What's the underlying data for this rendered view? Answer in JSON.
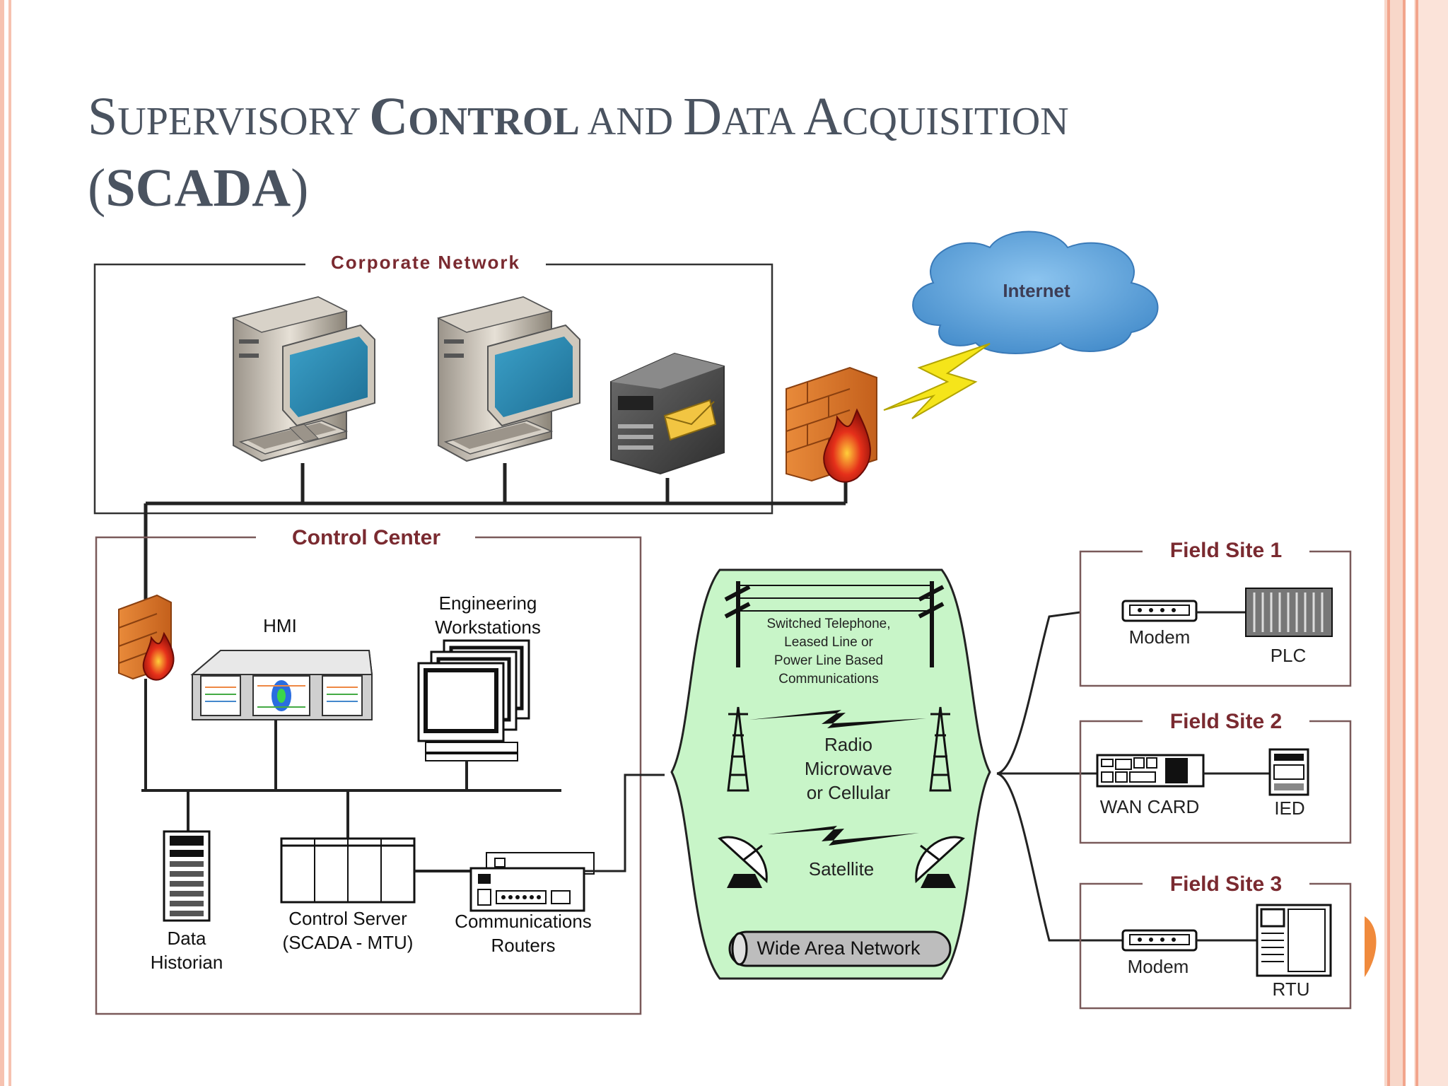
{
  "title": {
    "line1_parts": [
      {
        "t": "S",
        "k": "big"
      },
      {
        "t": "UPERVISORY ",
        "k": "sc"
      },
      {
        "t": "C",
        "k": "bigb"
      },
      {
        "t": "ONTROL",
        "k": "scb"
      },
      {
        "t": " AND ",
        "k": "sc"
      },
      {
        "t": "D",
        "k": "big"
      },
      {
        "t": "ATA ",
        "k": "sc"
      },
      {
        "t": "A",
        "k": "big"
      },
      {
        "t": "CQUISITION",
        "k": "sc"
      }
    ],
    "line2_open": "(",
    "line2_bold": "SCADA",
    "line2_close": ")"
  },
  "colors": {
    "title": "#4a5360",
    "border_salmon": "#f4b7a3",
    "group_label": "#7a2a30",
    "wan_fill": "#c8f5c8",
    "cloud": "#5b9bd5",
    "orange_tab": "#f08a3c"
  },
  "corporate": {
    "label": "Corporate Network"
  },
  "internet": {
    "label": "Internet"
  },
  "control_center": {
    "label": "Control Center",
    "hmi": "HMI",
    "eng_line1": "Engineering",
    "eng_line2": "Workstations",
    "historian_line1": "Data",
    "historian_line2": "Historian",
    "server_line1": "Control Server",
    "server_line2": "(SCADA - MTU)",
    "routers_line1": "Communications",
    "routers_line2": "Routers"
  },
  "wan": {
    "tel_line1": "Switched Telephone,",
    "tel_line2": "Leased Line or",
    "tel_line3": "Power Line Based",
    "tel_line4": "Communications",
    "radio_line1": "Radio",
    "radio_line2": "Microwave",
    "radio_line3": "or Cellular",
    "satellite": "Satellite",
    "label": "Wide Area Network"
  },
  "field_sites": [
    {
      "label": "Field Site 1",
      "left_device": "Modem",
      "right_device": "PLC"
    },
    {
      "label": "Field Site 2",
      "left_device": "WAN CARD",
      "right_device": "IED"
    },
    {
      "label": "Field Site 3",
      "left_device": "Modem",
      "right_device": "RTU"
    }
  ]
}
